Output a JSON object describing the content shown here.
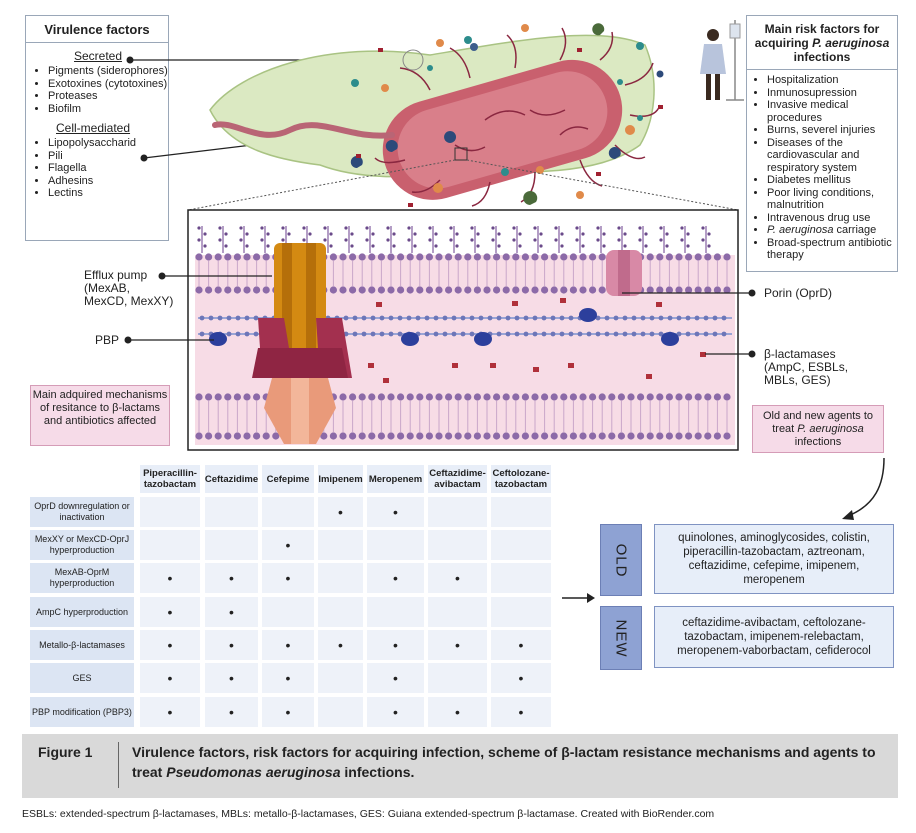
{
  "virulence": {
    "title": "Virulence factors",
    "secreted_heading": "Secreted",
    "secreted_items": [
      "Pigments (siderophores)",
      "Exotoxines (cytotoxines)",
      "Proteases",
      "Biofilm"
    ],
    "cell_heading": "Cell-mediated",
    "cell_items": [
      "Lipopolysaccharid",
      "Pili",
      "Flagella",
      "Adhesins",
      "Lectins"
    ]
  },
  "risk": {
    "title_line1": "Main risk factors for",
    "title_line2_pre": "acquiring ",
    "title_line2_em": "P. aeruginosa",
    "title_line3": "infections",
    "items": [
      "Hospitalization",
      "Inmunosupression",
      "Invasive medical procedures",
      "Burns, severel injuries",
      "Diseases of the cardiovascular and respiratory system",
      "Diabetes mellitus",
      "Poor living conditions, malnutrition",
      "Intravenous drug use",
      "P. aeruginosa carriage",
      "Broad-spectrum antibiotic therapy"
    ]
  },
  "labels": {
    "efflux": "Efflux pump (MexAB, MexCD, MexXY)",
    "pbp": "PBP",
    "porin": "Porin (OprD)",
    "blactamases": "β-lactamases (AmpC, ESBLs, MBLs, GES)"
  },
  "boxes": {
    "mechanisms": "Main adquired mechanisms of resitance to β-lactams and antibiotics affected",
    "agents_pre": "Old and new agents to treat ",
    "agents_em": "P. aeruginosa",
    "agents_post": " infections"
  },
  "table": {
    "columns": [
      "Piperacillin-tazobactam",
      "Ceftazidime",
      "Cefepime",
      "Imipenem",
      "Meropenem",
      "Ceftazidime-avibactam",
      "Ceftolozane-tazobactam"
    ],
    "rows": [
      {
        "label": "OprD downregulation or inactivation",
        "marks": [
          0,
          0,
          0,
          1,
          1,
          0,
          0
        ]
      },
      {
        "label": "MexXY or MexCD-OprJ hyperproduction",
        "marks": [
          0,
          0,
          1,
          0,
          0,
          0,
          0
        ]
      },
      {
        "label": "MexAB-OprM hyperproduction",
        "marks": [
          1,
          1,
          1,
          0,
          1,
          1,
          0
        ]
      },
      {
        "label": "AmpC hyperproduction",
        "marks": [
          1,
          1,
          0,
          0,
          0,
          0,
          0
        ]
      },
      {
        "label": "Metallo-β-lactamases",
        "marks": [
          1,
          1,
          1,
          1,
          1,
          1,
          1
        ]
      },
      {
        "label": "GES",
        "marks": [
          1,
          1,
          1,
          0,
          1,
          0,
          1
        ]
      },
      {
        "label": "PBP modification (PBP3)",
        "marks": [
          1,
          1,
          1,
          0,
          1,
          1,
          1
        ]
      }
    ],
    "mark_symbol": "•"
  },
  "agents": {
    "old_label": "OLD",
    "old_text": "quinolones, aminoglycosides, colistin, piperacillin-tazobactam, aztreonam, ceftazidime, cefepime, imipenem, meropenem",
    "new_label": "NEW",
    "new_text": "ceftazidime-avibactam, ceftolozane-tazobactam, imipenem-relebactam, meropenem-vaborbactam, cefiderocol"
  },
  "caption": {
    "label": "Figure 1",
    "text_pre": "Virulence factors, risk factors for acquiring infection, scheme of β-lactam resistance mechanisms and agents to treat ",
    "text_em": "Pseudomonas aeruginosa",
    "text_post": " infections."
  },
  "footnote": "ESBLs: extended-spectrum β-lactamases, MBLs: metallo-β-lactamases, GES: Guiana extended-spectrum β-lactamase. Created with BioRender.com",
  "colors": {
    "membrane_bg": "#f7dce6",
    "lipid_head": "#8c6aa8",
    "bacterium": "#c9606e",
    "slime": "#dbe9c2",
    "efflux": "#d48a12",
    "pbp": "#a3304f",
    "porin": "#d889a6",
    "blactamase": "#b0303a",
    "enzyme": "#2c3f9c",
    "tag": "#8ea2d3"
  }
}
